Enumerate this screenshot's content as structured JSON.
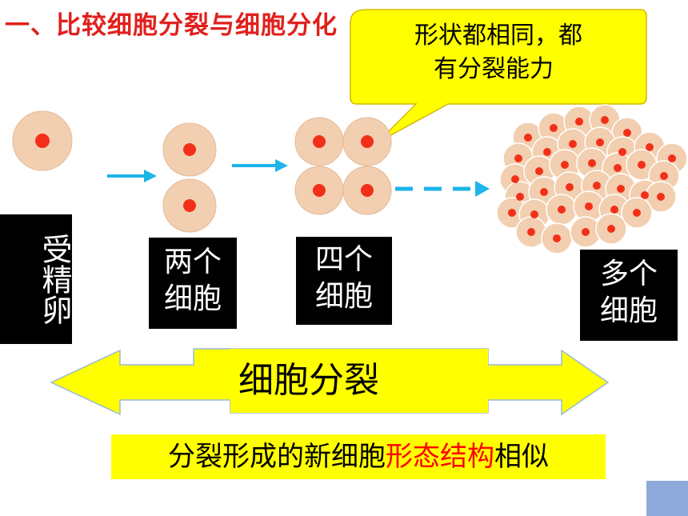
{
  "title": "一、比较细胞分裂与细胞分化",
  "callout": {
    "line1": "形状都相同，都",
    "line2": "有分裂能力"
  },
  "labels": {
    "fertilized_egg": "受精卵",
    "two_cells_1": "两个",
    "two_cells_2": "细胞",
    "four_cells_1": "四个",
    "four_cells_2": "细胞",
    "many_cells_1": "多个",
    "many_cells_2": "细胞"
  },
  "banner": "细胞分裂",
  "summary": {
    "before": "分裂形成的新细胞",
    "highlight": "形态结构",
    "after": "相似"
  },
  "colors": {
    "title": "#e0201c",
    "cell_body": "#f2cfb0",
    "cell_border": "#e6b995",
    "nucleus": "#f2301a",
    "arrow": "#1fb4ea",
    "yellow": "#ffff00",
    "corner": "#8eaadb"
  }
}
